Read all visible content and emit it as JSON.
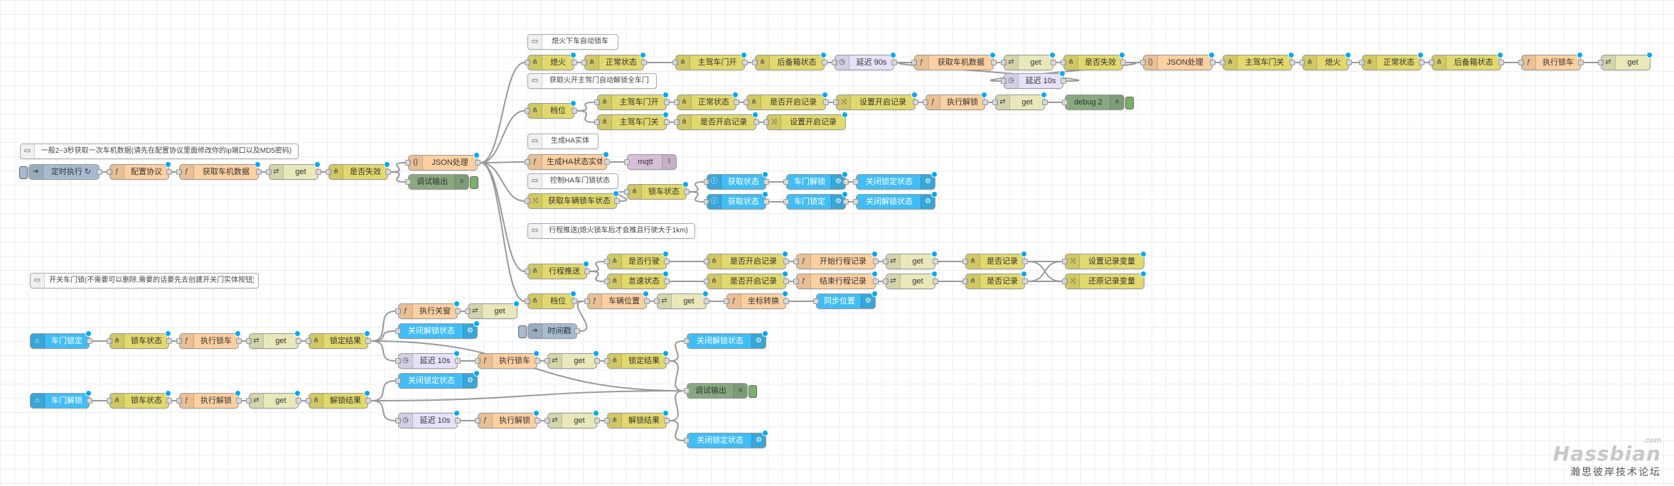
{
  "comments": {
    "c1": "熄火下车自动锁车",
    "c2": "获取火开主驾门自动解锁全车门",
    "c3": "生成HA实体",
    "c4": "控制HA车门锁状态",
    "c5": "行程推送(熄火锁车后才会推且行驶大于1km)",
    "c6": "一般2~3秒获取一次车机数据(请先在配置协议里面修改你的ip端口以及MD5密码)",
    "c7": "开关车门锁(不需要可以删除,需要的话要先去创建开关门实体按钮)"
  },
  "nodes": {
    "inject": "定时执行 ↻",
    "cfg": "配置协议",
    "getcar": "获取车机数据",
    "get1": "get",
    "sw1": "是否失效",
    "json1": "JSON处理",
    "dbg1": "调试输出",
    "xh": "熄火",
    "zc1": "正常状态",
    "zjmg": "主驾车门开",
    "hbx": "后备箱状态",
    "delay90": "延迟 90s",
    "getcar2": "获取车机数据",
    "get2": "get",
    "sw2": "是否失效",
    "json2": "JSON处理",
    "zjmgclose": "主驾车门关",
    "xh2": "熄火",
    "zc2": "正常状态",
    "hbx2": "后备箱状态",
    "exec1": "执行锁车",
    "get3": "get",
    "delay10a": "延迟 10s",
    "dw": "档位",
    "zjmk": "主驾车门开",
    "zc3": "正常状态",
    "kqjl1": "是否开启记录",
    "szkq": "设置开启记录",
    "execjs": "执行解锁",
    "get4": "get",
    "debug2": "debug 2",
    "zjmgclose2": "主驾车门关",
    "kqjl2": "是否开启记录",
    "szkq2": "设置开启记录",
    "scha": "生成HA状态实体",
    "mqtt": "mqtt",
    "hqsc": "获取车辆锁车状态",
    "scstate": "锁车状态",
    "hqzt1": "获取状态",
    "hqzt2": "获取状态",
    "cmjs": "车门解锁",
    "cmsc": "车门锁定",
    "gbsc": "关闭锁定状态",
    "gbjs": "关闭解锁状态",
    "xctj": "行程推送",
    "sfxs": "是否行驶",
    "sfkq1": "是否开启记录",
    "ksjl": "开始行程记录",
    "get5": "get",
    "sfjl1": "是否记录",
    "szjl": "设置记录变量",
    "zz": "怠速状态",
    "sfkq2": "是否开启记录",
    "jsjl": "结束行程记录",
    "get6": "get",
    "sfjl2": "是否记录",
    "hyjl": "还原记录变量",
    "dw2": "档位",
    "clwz": "车辆位置",
    "get7": "get",
    "zbzh": "坐标转换",
    "tbwz": "同步位置",
    "sjc": "时间戳",
    "cmsd1": "车门锁定",
    "sczt1": "锁车状态",
    "execsc1": "执行锁车",
    "get8": "get",
    "sdxg1": "锁定结果",
    "zxgb": "执行关窗",
    "get9": "get",
    "gbjszt": "关闭解锁状态",
    "delay10b": "延迟 10s",
    "execsc2": "执行锁车",
    "get10": "get",
    "sdjg2": "锁定结果",
    "gbjszt2": "关闭解锁状态",
    "cmjs2": "车门解锁",
    "sczt2": "锁车状态",
    "execjs2": "执行解锁",
    "get11": "get",
    "jsjg1": "解锁结果",
    "gbsdzt": "关闭锁定状态",
    "tssc": "调试输出",
    "delay10c": "延迟 10s",
    "execjs3": "执行解锁",
    "get12": "get",
    "jsjg2": "解锁结果",
    "gbsdzt2": "关闭锁定状态"
  },
  "watermark": {
    "logo": "Hassbian",
    "com": ".com",
    "cn": "瀚思彼岸技术论坛"
  },
  "colors": {
    "function": "#fdd0a2",
    "switch": "#e2d96e",
    "api": "#e8e8bb",
    "delay": "#e6e0f8",
    "homeassistant": "#41bdf5",
    "debug": "#87a980",
    "inject": "#a6bbcf",
    "wire": "#999999"
  }
}
